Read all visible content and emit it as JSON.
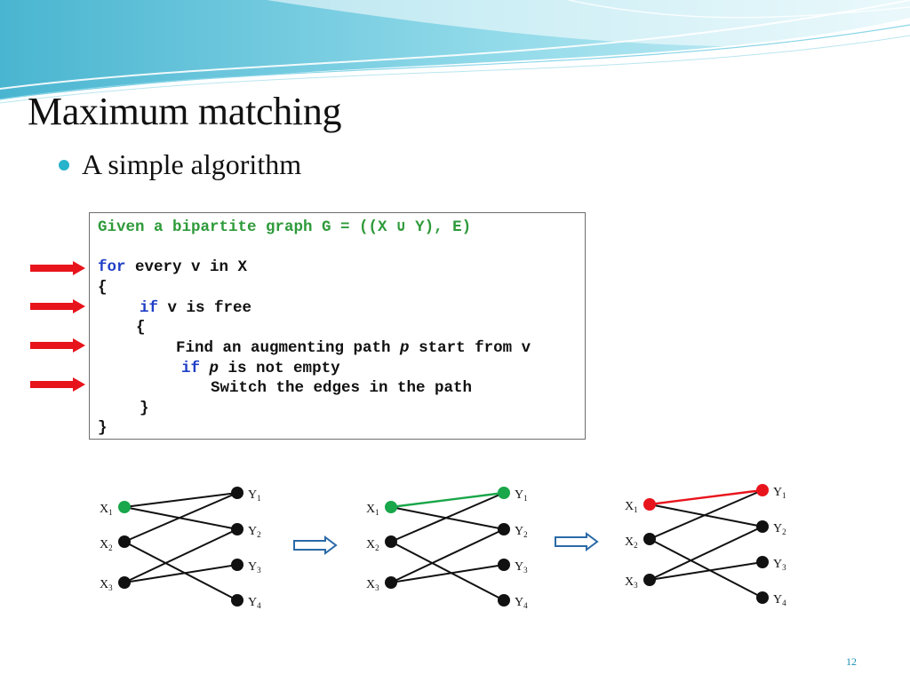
{
  "slide": {
    "title": "Maximum matching",
    "bullet": "A simple algorithm",
    "page_number": "12"
  },
  "code": {
    "comment": "Given a bipartite graph G = ((X ∪ Y), E)",
    "for_kw": "for",
    "for_rest": " every v in X",
    "open1": "{",
    "if1_kw": "if",
    "if1_rest": " v is free",
    "open2": "{",
    "find_pre": "Find an augmenting path ",
    "find_var": "p",
    "find_post": " start from v",
    "if2_kw": "if",
    "if2_sp": " ",
    "if2_var": "p",
    "if2_post": " is not empty",
    "switch": "Switch the edges in the path",
    "close2": "}",
    "close1": "}"
  },
  "colors": {
    "arrow_red": "#e8141c",
    "bullet": "#27b3cc",
    "keyword": "#1f3fc6",
    "comment": "#2e9a3a",
    "highlight_green": "#1aa64a",
    "highlight_red": "#e8141c",
    "implies_arrow": "#2a6aa8"
  },
  "graphs": [
    {
      "labels": {
        "x1": "X",
        "x1s": "1",
        "x2": "X",
        "x2s": "2",
        "x3": "X",
        "x3s": "3",
        "y1": "Y",
        "y1s": "1",
        "y2": "Y",
        "y2s": "2",
        "y3": "Y",
        "y3s": "3",
        "y4": "Y",
        "y4s": "4"
      }
    },
    {
      "labels": {
        "x1": "X",
        "x1s": "1",
        "x2": "X",
        "x2s": "2",
        "x3": "X",
        "x3s": "3",
        "y1": "Y",
        "y1s": "1",
        "y2": "Y",
        "y2s": "2",
        "y3": "Y",
        "y3s": "3",
        "y4": "Y",
        "y4s": "4"
      }
    },
    {
      "labels": {
        "x1": "X",
        "x1s": "1",
        "x2": "X",
        "x2s": "2",
        "x3": "X",
        "x3s": "3",
        "y1": "Y",
        "y1s": "1",
        "y2": "Y",
        "y2s": "2",
        "y3": "Y",
        "y3s": "3",
        "y4": "Y",
        "y4s": "4"
      }
    }
  ]
}
